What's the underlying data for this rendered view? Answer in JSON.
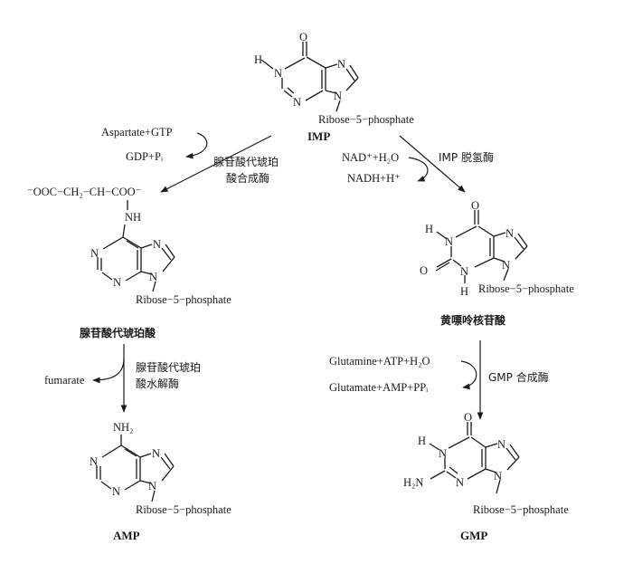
{
  "imp": {
    "atom_o": "O",
    "atom_h": "H",
    "atom_n1": "N",
    "atom_n3": "N",
    "atom_n7": "N",
    "atom_n9": "N",
    "ribose": "Ribose−5−phosphate",
    "name": "IMP"
  },
  "adenylosuccinate": {
    "chain": "⁻OOC−CH₂−CH−COO⁻",
    "nh": "NH",
    "atom_n1": "N",
    "atom_n3": "N",
    "atom_n7": "N",
    "atom_n9": "N",
    "ribose": "Ribose−5−phosphate",
    "name": "腺苷酸代琥珀酸"
  },
  "xmp": {
    "atom_o6": "O",
    "atom_o2": "O",
    "atom_h1": "H",
    "atom_h3": "H",
    "atom_n1": "N",
    "atom_n3": "N",
    "atom_n7": "N",
    "atom_n9": "N",
    "ribose": "Ribose−5−phosphate",
    "name": "黄嘌呤核苷酸"
  },
  "amp": {
    "nh2": "NH₂",
    "atom_n1": "N",
    "atom_n3": "N",
    "atom_n7": "N",
    "atom_n9": "N",
    "ribose": "Ribose−5−phosphate",
    "name": "AMP"
  },
  "gmp": {
    "atom_o": "O",
    "atom_h": "H",
    "atom_nh2": "H₂N",
    "atom_n1": "N",
    "atom_n3": "N",
    "atom_n7": "N",
    "atom_n9": "N",
    "ribose": "Ribose−5−phosphate",
    "name": "GMP"
  },
  "reactions": {
    "r1_in": "Aspartate+GTP",
    "r1_out": "GDP+Pᵢ",
    "r1_enzyme_line1": "腺苷酸代琥珀",
    "r1_enzyme_line2": "酸合成酶",
    "r2_in": "NAD⁺+H₂O",
    "r2_out": "NADH+H⁺",
    "r2_enzyme": "IMP 脱氢酶",
    "r3_out": "fumarate",
    "r3_enzyme_line1": "腺苷酸代琥珀",
    "r3_enzyme_line2": "酸水解酶",
    "r4_in": "Glutamine+ATP+H₂O",
    "r4_out": "Glutamate+AMP+PPᵢ",
    "r4_enzyme": "GMP 合成酶"
  }
}
